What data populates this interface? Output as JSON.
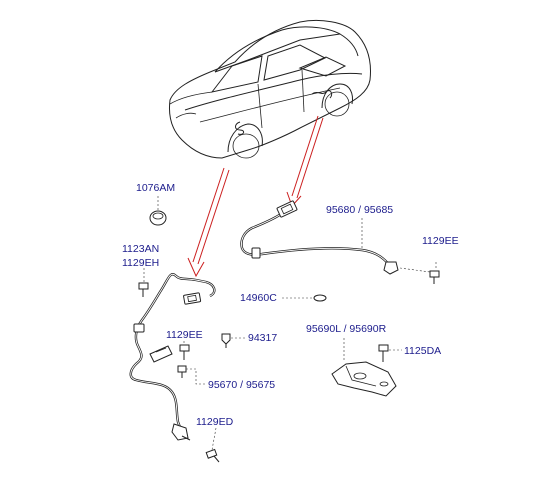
{
  "parts": {
    "p1076AM": "1076AM",
    "p1123AN": "1123AN",
    "p1129EH": "1129EH",
    "p95680": "95680 / 95685",
    "p1129EE_right": "1129EE",
    "p14960C": "14960C",
    "p1129EE_left": "1129EE",
    "p94317": "94317",
    "p95690": "95690L / 95690R",
    "p1125DA": "1125DA",
    "p95670": "95670 / 95675",
    "p1129ED": "1129ED"
  },
  "colors": {
    "label": "#1c1c8c",
    "arrow": "#cc2020",
    "line": "#222222"
  }
}
